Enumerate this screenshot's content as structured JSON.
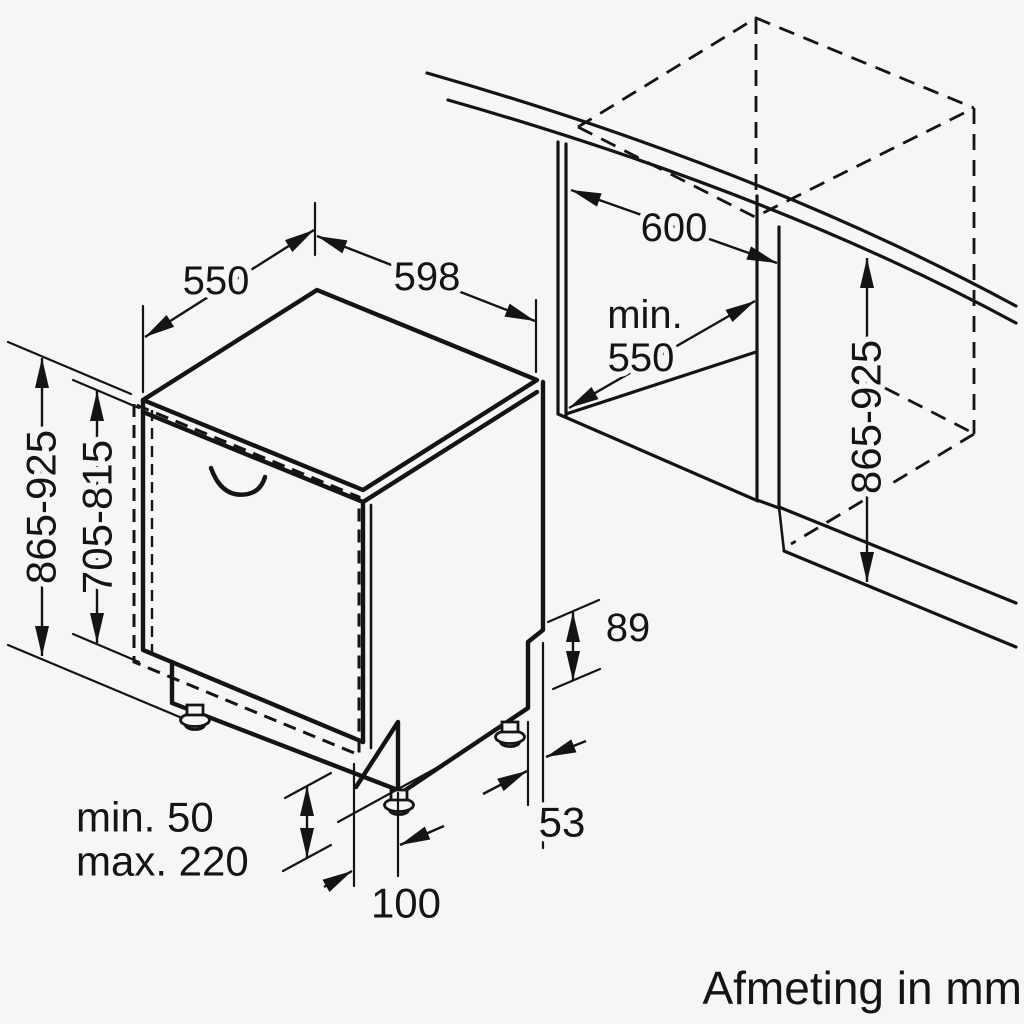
{
  "diagram": {
    "caption": "Afmeting in mm",
    "labels": {
      "top_depth": "550",
      "top_width": "598",
      "niche_width": "600",
      "niche_depth_min": "min.",
      "niche_depth_value": "550",
      "niche_height_right": "865-925",
      "appliance_height_left": "865-925",
      "door_panel_height": "705-815",
      "rear_step": "89",
      "plinth_min": "min. 50",
      "plinth_max": "max. 220",
      "plinth_depth": "100",
      "foot_offset": "53"
    }
  }
}
